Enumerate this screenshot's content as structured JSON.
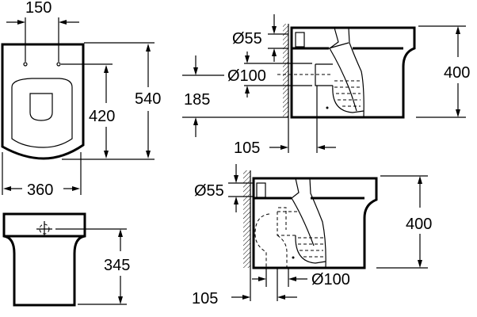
{
  "top_view": {
    "pan_spacing": "150",
    "overall_length": "540",
    "fixing_to_front": "420",
    "width": "360"
  },
  "front_view": {
    "waste_height": "345"
  },
  "side_view_rear_outlet": {
    "inlet_diameter": "Ø55",
    "outlet_diameter": "Ø100",
    "outlet_height": "185",
    "wall_to_outlet": "105",
    "height": "400"
  },
  "side_view_floor_outlet": {
    "inlet_diameter": "Ø55",
    "outlet_diameter": "Ø100",
    "wall_to_outlet": "105",
    "height": "400"
  }
}
